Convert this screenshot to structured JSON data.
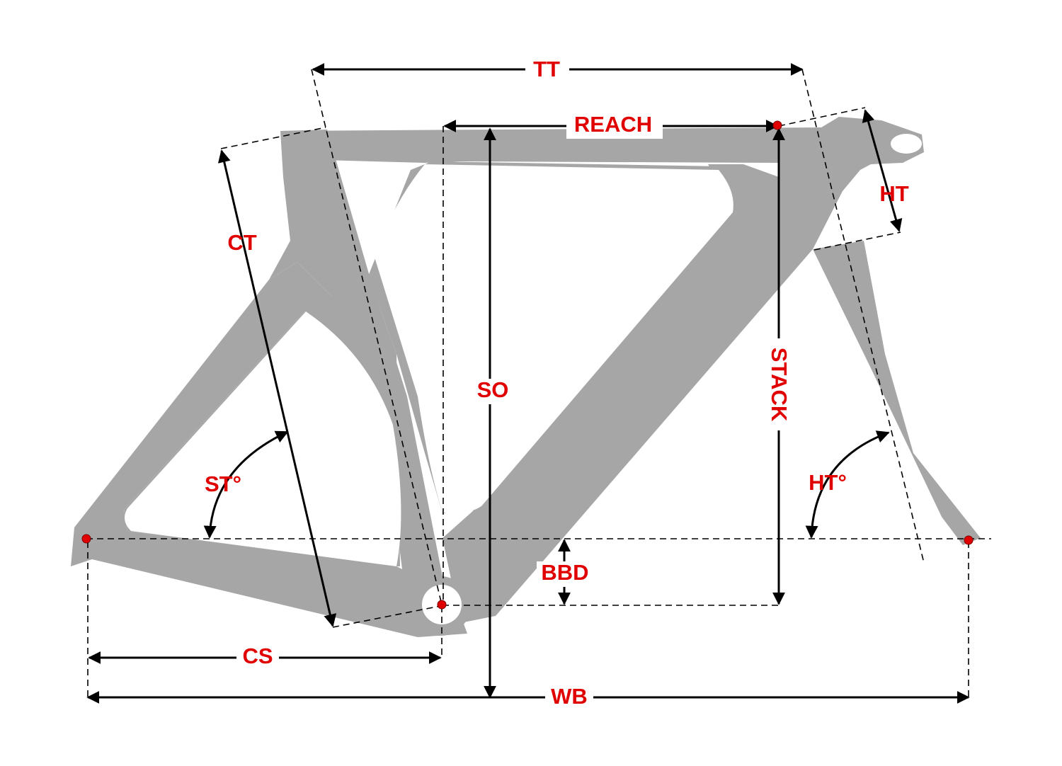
{
  "colors": {
    "label": "#e00000",
    "frame": "#a6a6a6",
    "point": "#e00000",
    "line": "#000000"
  },
  "labels": {
    "tt": "TT",
    "reach": "REACH",
    "ht": "HT",
    "ct": "CT",
    "so": "SO",
    "stack": "STACK",
    "st_angle": "ST°",
    "ht_angle": "HT°",
    "bbd": "BBD",
    "cs": "CS",
    "wb": "WB"
  }
}
